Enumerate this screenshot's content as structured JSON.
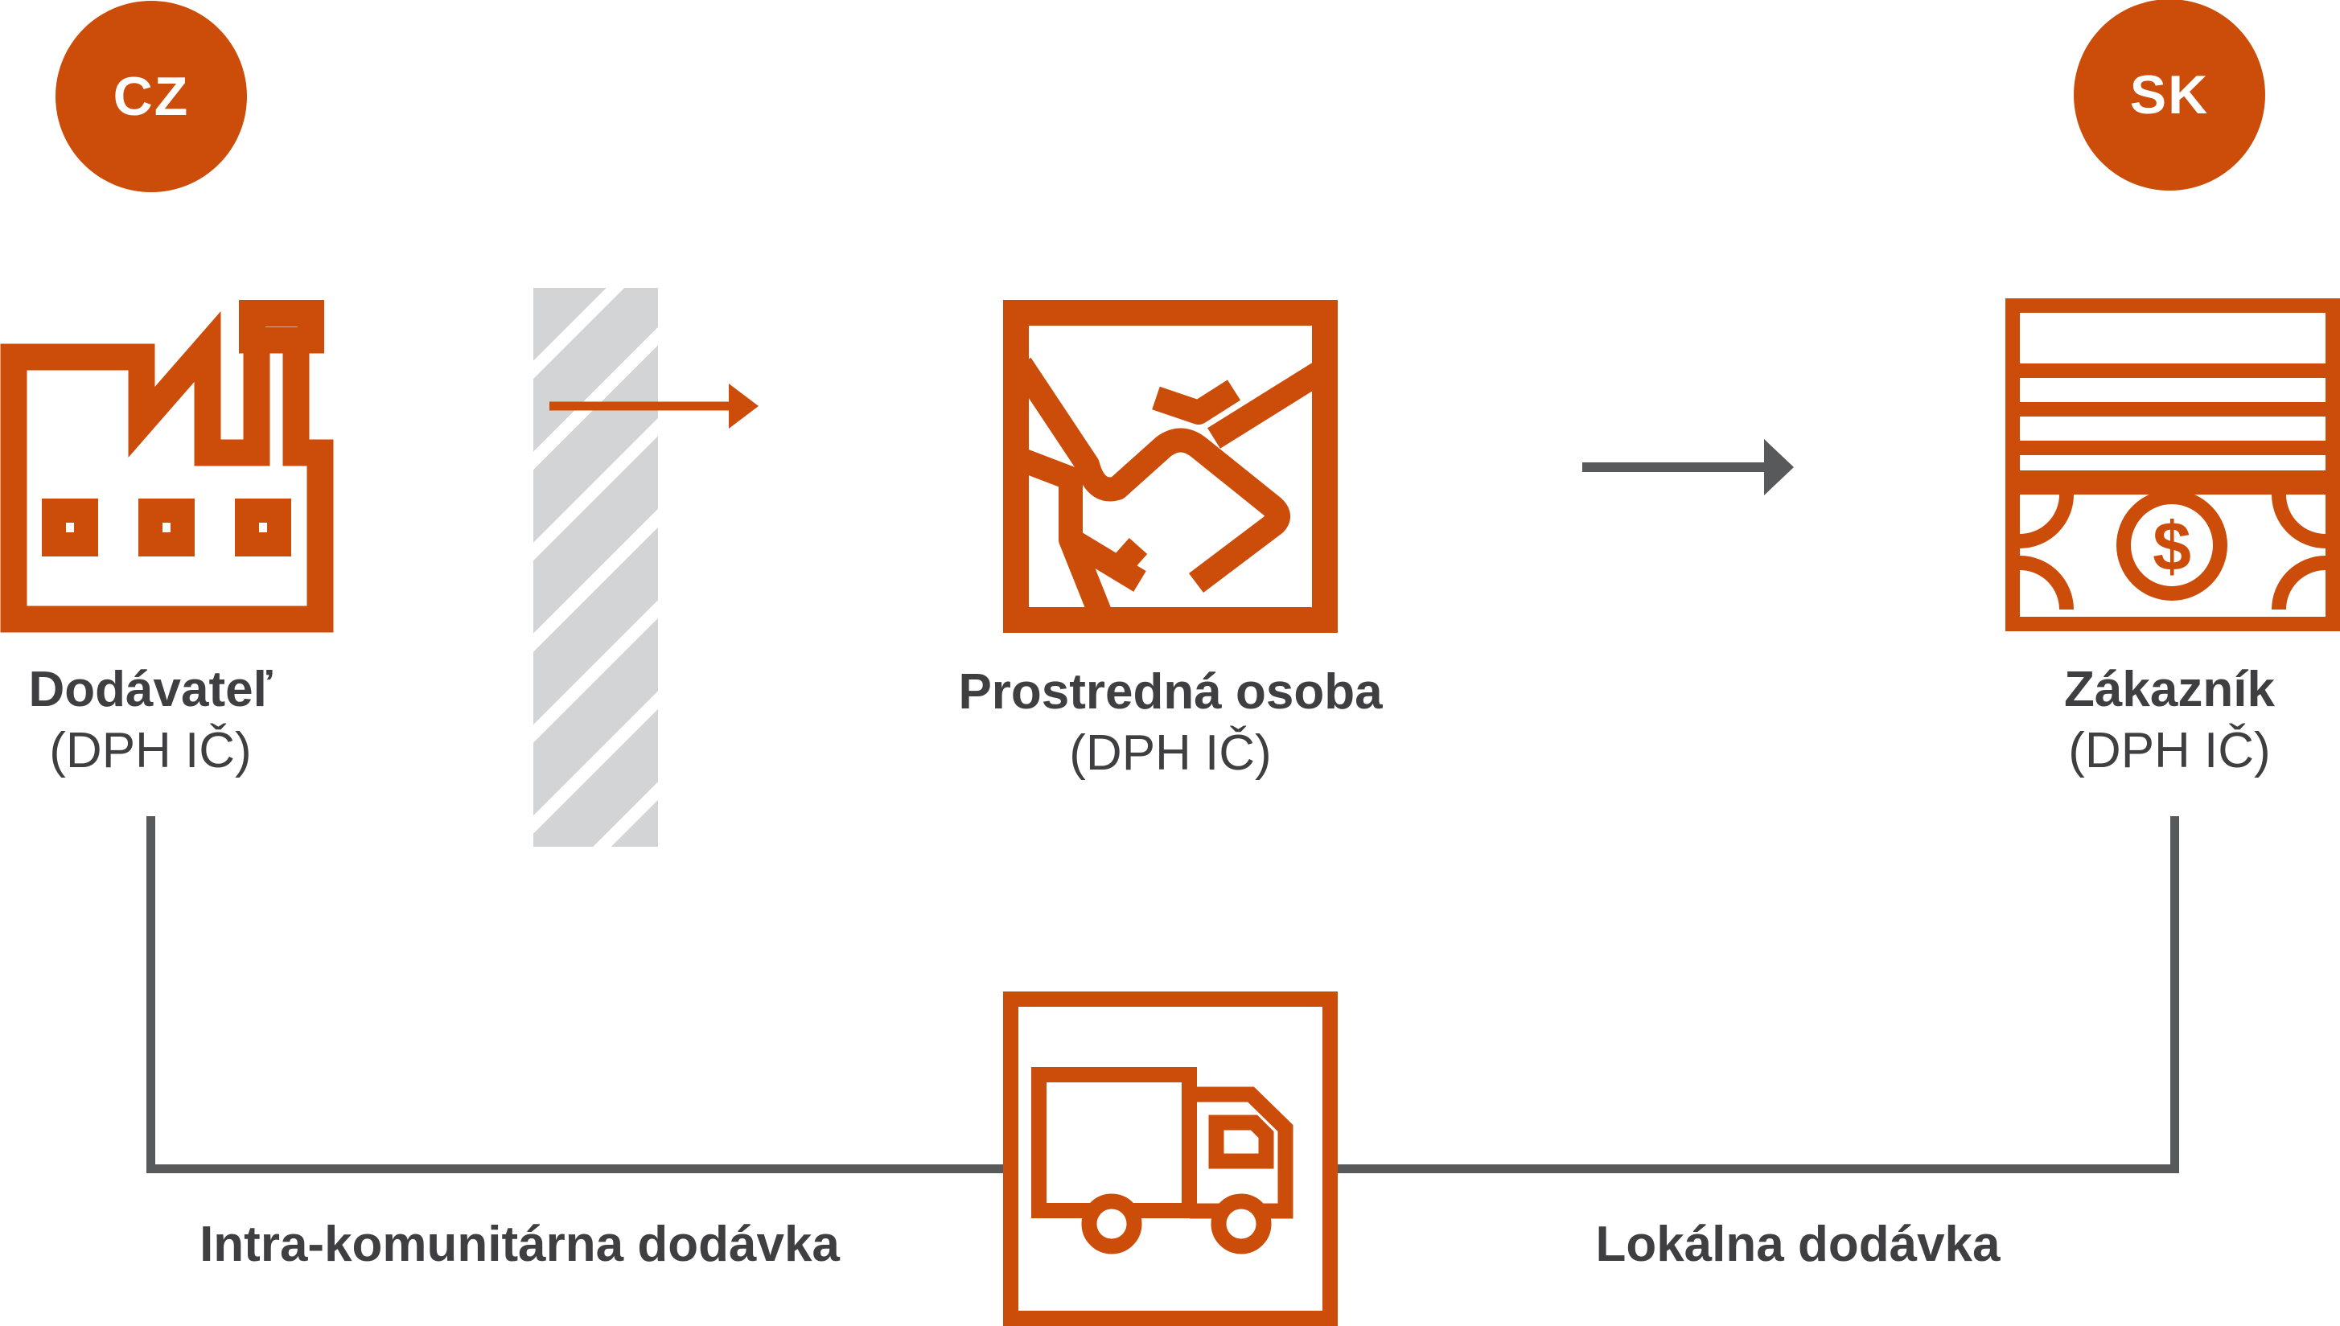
{
  "colors": {
    "orange": "#CC4D0A",
    "line_gray": "#58595B",
    "barrier_gray": "#D2D4D5",
    "text_gray": "#3F3F41",
    "badge_text": "#FFFFFF",
    "background": "#FFFFFF"
  },
  "badges": {
    "origin": {
      "label": "CZ"
    },
    "destination": {
      "label": "SK"
    }
  },
  "nodes": {
    "supplier": {
      "title": "Dodávateľ",
      "subtitle": "(DPH IČ)",
      "icon": "factory-icon"
    },
    "intermediary": {
      "title": "Prostredná osoba",
      "subtitle": "(DPH IČ)",
      "icon": "handshake-icon"
    },
    "customer": {
      "title": "Zákazník",
      "subtitle": "(DPH IČ)",
      "icon": "banknotes-icon"
    }
  },
  "transport": {
    "icon": "truck-icon"
  },
  "barrier": {
    "icon": "border-hatch-bar"
  },
  "money": {
    "currency_symbol": "$"
  },
  "arrows": {
    "supplier_to_intermediary": {
      "color": "#CC4D0A",
      "direction": "right"
    },
    "intermediary_to_customer": {
      "color": "#58595B",
      "direction": "right"
    }
  },
  "flows": {
    "intra_community": {
      "label": "Intra-komunitárna dodávka"
    },
    "local": {
      "label": "Lokálna dodávka"
    }
  }
}
